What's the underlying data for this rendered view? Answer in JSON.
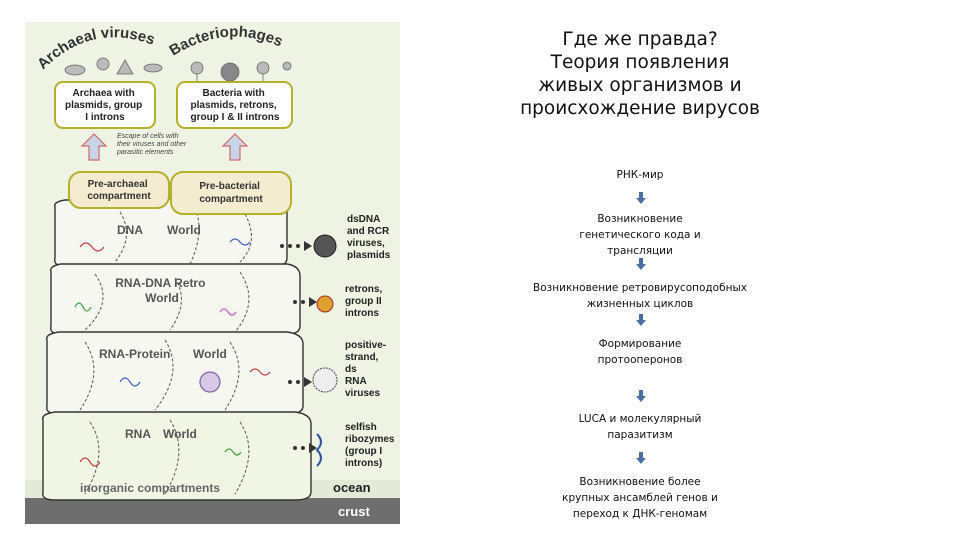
{
  "figure": {
    "arc_labels": {
      "archaeal_viruses": "Archaeal viruses",
      "bacteriophages": "Bacteriophages"
    },
    "top_boxes": {
      "archaea": [
        "Archaea with",
        "plasmids, group",
        "I introns"
      ],
      "bacteria": [
        "Bacteria with",
        "plasmids, retrons,",
        "group I & II introns"
      ]
    },
    "escape_note": [
      "Escape of cells with",
      "their viruses and other",
      "parasitic elements"
    ],
    "compartments": {
      "pre_archaeal": [
        "Pre-archaeal",
        "compartment"
      ],
      "pre_bacterial": [
        "Pre-bacterial",
        "compartment"
      ]
    },
    "worlds": {
      "dna": [
        "DNA",
        "World"
      ],
      "rna_dna_retro": [
        "RNA-DNA Retro",
        "World"
      ],
      "rna_protein": [
        "RNA-Protein",
        "World"
      ],
      "rna": [
        "RNA",
        "World"
      ]
    },
    "side_labels": {
      "dna": [
        "dsDNA",
        "and RCR",
        "viruses,",
        "plasmids"
      ],
      "retro": [
        "retrons,",
        "group II",
        "introns"
      ],
      "rna_protein": [
        "positive-",
        "strand,",
        "ds",
        "RNA",
        "viruses"
      ],
      "rna": [
        "selfish",
        "ribozymes",
        "(group I",
        "introns)"
      ]
    },
    "bottom": {
      "inorganic": "inorganic compartments",
      "ocean": "ocean",
      "crust": "crust"
    },
    "colors": {
      "box_border": "#b5b02a",
      "arrow_fill": "#c8d4e8",
      "arrow_stroke": "#d06a6a",
      "crust": "#6e6e6e",
      "layer_fill": "#f7f7f2"
    }
  },
  "slide": {
    "title_lines": [
      "Где же правда?",
      "Теория появления",
      "живых организмов и",
      "происхождение вирусов"
    ],
    "steps": [
      [
        "РНК-мир"
      ],
      [
        "Возникновение",
        "генетического кода и",
        "трансляции"
      ],
      [
        "Возникновение ретровирусоподобных",
        "жизненных циклов"
      ],
      [
        "Формирование",
        "протооперонов"
      ],
      [
        "LUCA  и молекулярный",
        "паразитизм"
      ],
      [
        "Возникновение более",
        "крупных ансамблей генов и",
        "переход к ДНК-геномам"
      ]
    ],
    "arrow_color": "#4a6fa5"
  }
}
